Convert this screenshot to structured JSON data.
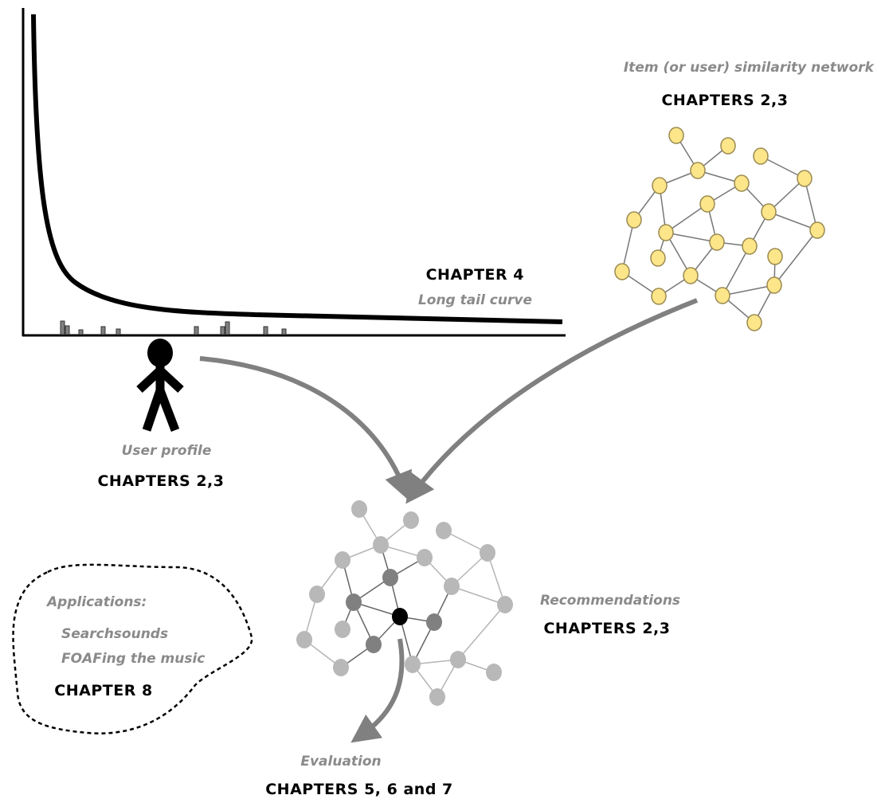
{
  "long_tail": {
    "caption": "Long tail curve",
    "chapter": "CHAPTER 4"
  },
  "user_profile": {
    "caption": "User profile",
    "chapter": "CHAPTERS 2,3"
  },
  "similarity_network": {
    "caption": "Item (or user) similarity network",
    "chapter": "CHAPTERS 2,3",
    "node_color": "#fde58a"
  },
  "recommendations": {
    "caption": "Recommendations",
    "chapter": "CHAPTERS 2,3"
  },
  "evaluation": {
    "caption": "Evaluation",
    "chapter": "CHAPTERS 5, 6 and 7"
  },
  "applications": {
    "caption": "Applications:",
    "items": [
      "Searchsounds",
      "FOAFing the music"
    ],
    "chapter": "CHAPTER 8"
  },
  "colors": {
    "arrow": "#808080",
    "label_grey": "#8a8a8a"
  }
}
